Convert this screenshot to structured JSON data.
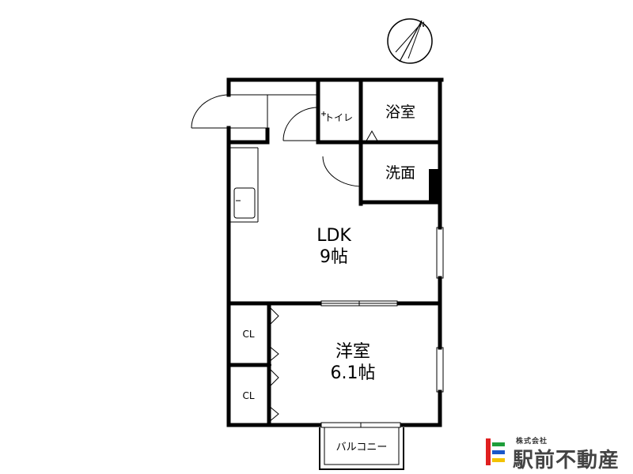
{
  "compass": {
    "label": "N"
  },
  "rooms": {
    "toilet": "トイレ",
    "bath": "浴室",
    "washroom": "洗面",
    "ldk_name": "LDK",
    "ldk_size": "9帖",
    "western_name": "洋室",
    "western_size": "6.1帖",
    "closet_upper": "CL",
    "closet_lower": "CL",
    "balcony": "バルコニー"
  },
  "brand": {
    "small_text": "株式会社",
    "name": "駅前不動産",
    "colors": {
      "red": "#e02020",
      "green": "#1e9e3a",
      "blue": "#1a57c9",
      "yellow": "#f2c200",
      "text": "#444444"
    }
  }
}
